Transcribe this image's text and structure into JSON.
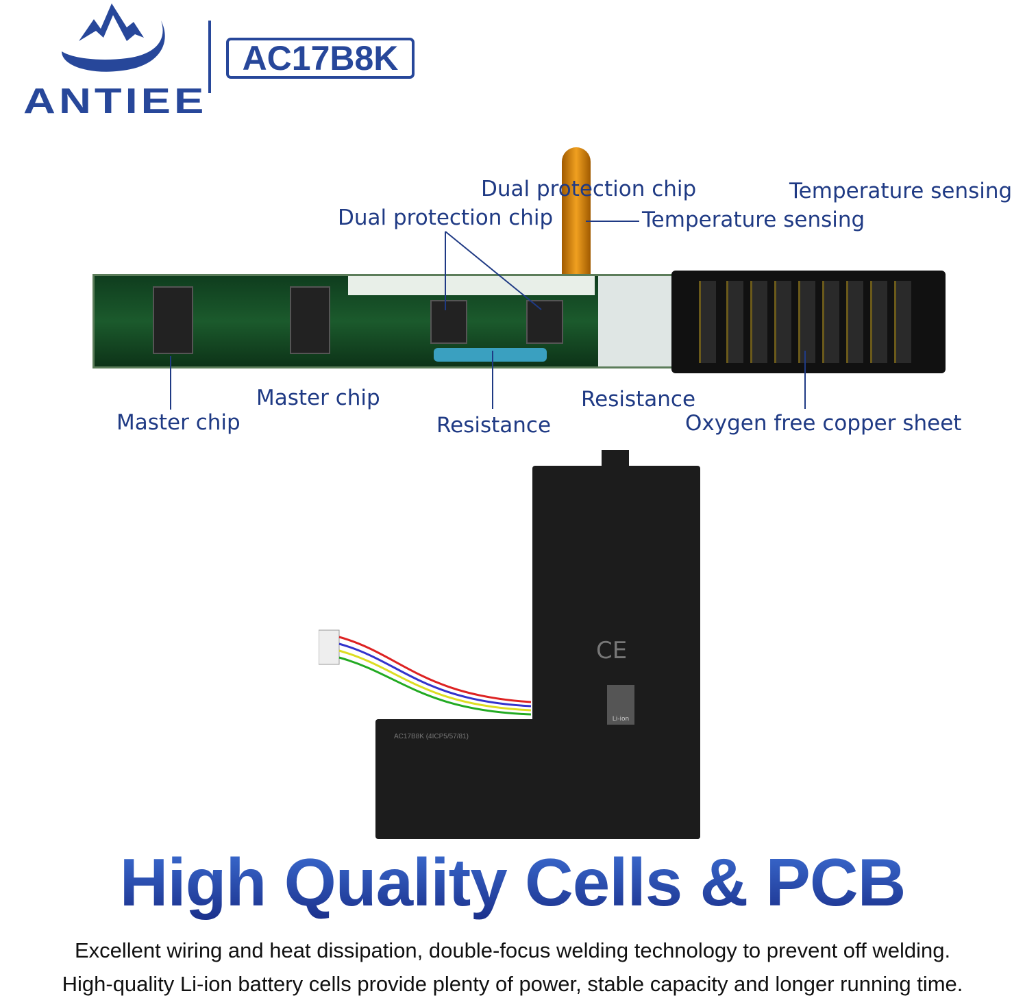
{
  "brand": {
    "name": "ANTIEE",
    "logo_icon": "mountain-swoosh-icon",
    "color": "#27479a"
  },
  "model": "AC17B8K",
  "labels": {
    "dual_protection_chip": "Dual protection chip",
    "temperature_sensing": "Temperature sensing",
    "master_chip": "Master chip",
    "resistance": "Resistance",
    "oxygen_free_copper_sheet": "Oxygen free copper sheet"
  },
  "battery_label": {
    "model_line": "AC17B8K (4ICP5/57/81)",
    "li_ion": "Li-ion"
  },
  "title": "High Quality Cells & PCB",
  "description": [
    "Excellent wiring and heat dissipation, double-focus welding technology to prevent off welding.",
    "High-quality Li-ion battery cells provide plenty of power, stable capacity and longer running time."
  ]
}
